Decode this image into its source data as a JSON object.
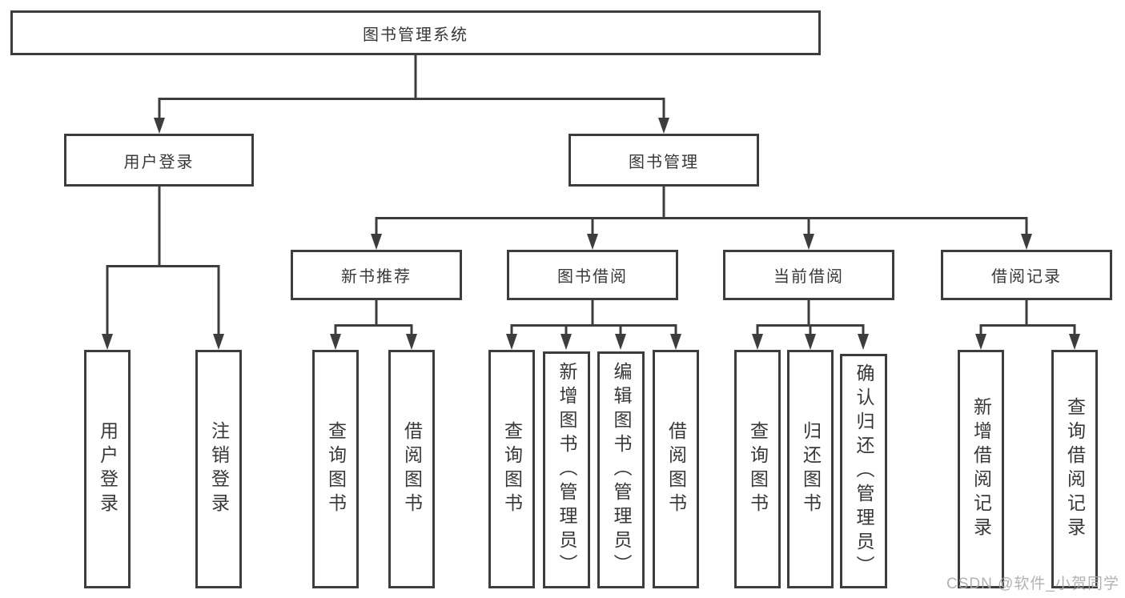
{
  "root": {
    "label": "图书管理系统"
  },
  "branches": {
    "user_login": {
      "label": "用户登录",
      "children": [
        {
          "label": "用户登录"
        },
        {
          "label": "注销登录"
        }
      ]
    },
    "book_management": {
      "label": "图书管理",
      "groups": [
        {
          "label": "新书推荐",
          "children": [
            {
              "label": "查询图书"
            },
            {
              "label": "借阅图书"
            }
          ]
        },
        {
          "label": "图书借阅",
          "children": [
            {
              "label": "查询图书"
            },
            {
              "label": "新增图书（管理员）"
            },
            {
              "label": "编辑图书（管理员）"
            },
            {
              "label": "借阅图书"
            }
          ]
        },
        {
          "label": "当前借阅",
          "children": [
            {
              "label": "查询图书"
            },
            {
              "label": "归还图书"
            },
            {
              "label": "确认归还（管理员）"
            }
          ]
        },
        {
          "label": "借阅记录",
          "children": [
            {
              "label": "新增借阅记录"
            },
            {
              "label": "查询借阅记录"
            }
          ]
        }
      ]
    }
  },
  "watermark": {
    "text": "CSDN @软件_小贺同学"
  },
  "colors": {
    "line": "#3d3d3d",
    "text": "#383838",
    "watermark": "#aaaaaa",
    "background": "#ffffff"
  }
}
